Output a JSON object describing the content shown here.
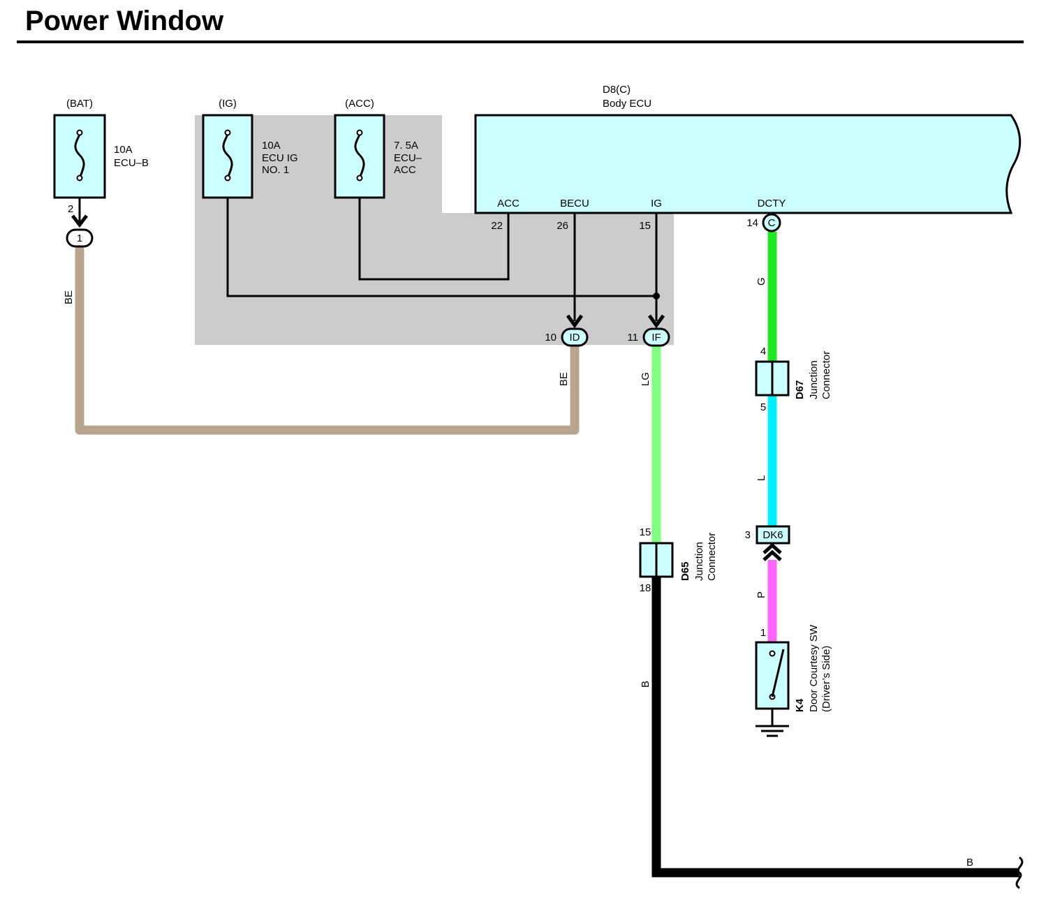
{
  "title": "Power Window",
  "colors": {
    "shade": "#cccccc",
    "component_fill": "#ccffff",
    "wire_BE": "#b9a490",
    "wire_G": "#22e622",
    "wire_LG": "#80ff80",
    "wire_L": "#00eeff",
    "wire_P": "#ff66ff",
    "wire_B": "#000000"
  },
  "fuses": {
    "bat": {
      "source": "(BAT)",
      "rating": "10A",
      "name": "ECU–B",
      "pin": "2"
    },
    "ig": {
      "source": "(IG)",
      "rating": "10A",
      "name1": "ECU IG",
      "name2": "NO. 1"
    },
    "acc": {
      "source": "(ACC)",
      "rating": "7. 5A",
      "name1": "ECU–",
      "name2": "ACC"
    }
  },
  "ecu": {
    "code": "D8(C)",
    "name": "Body ECU",
    "terminals": {
      "acc": {
        "label": "ACC",
        "pin": "22"
      },
      "becu": {
        "label": "BECU",
        "pin": "26"
      },
      "ig": {
        "label": "IG",
        "pin": "15"
      },
      "dcty": {
        "label": "DCTY",
        "pin": "14",
        "connector": "C"
      }
    }
  },
  "connectors": {
    "c1": {
      "label": "1"
    },
    "id": {
      "label": "ID",
      "pin": "10"
    },
    "if": {
      "label": "IF",
      "pin": "11"
    },
    "dk6": {
      "label": "DK6",
      "pin": "3"
    }
  },
  "junctions": {
    "d67": {
      "code": "D67",
      "line1": "Junction",
      "line2": "Connector",
      "pin_in": "4",
      "pin_out": "5"
    },
    "d65": {
      "code": "D65",
      "line1": "Junction",
      "line2": "Connector",
      "pin_in": "15",
      "pin_out": "18"
    }
  },
  "switch": {
    "code": "K4",
    "line1": "Door Courtesy SW",
    "line2": "(Driver’s Side)",
    "pin": "1"
  },
  "wires": {
    "be1": "BE",
    "be2": "BE",
    "g": "G",
    "lg": "LG",
    "l": "L",
    "p": "P",
    "b1": "B",
    "b2": "B"
  }
}
